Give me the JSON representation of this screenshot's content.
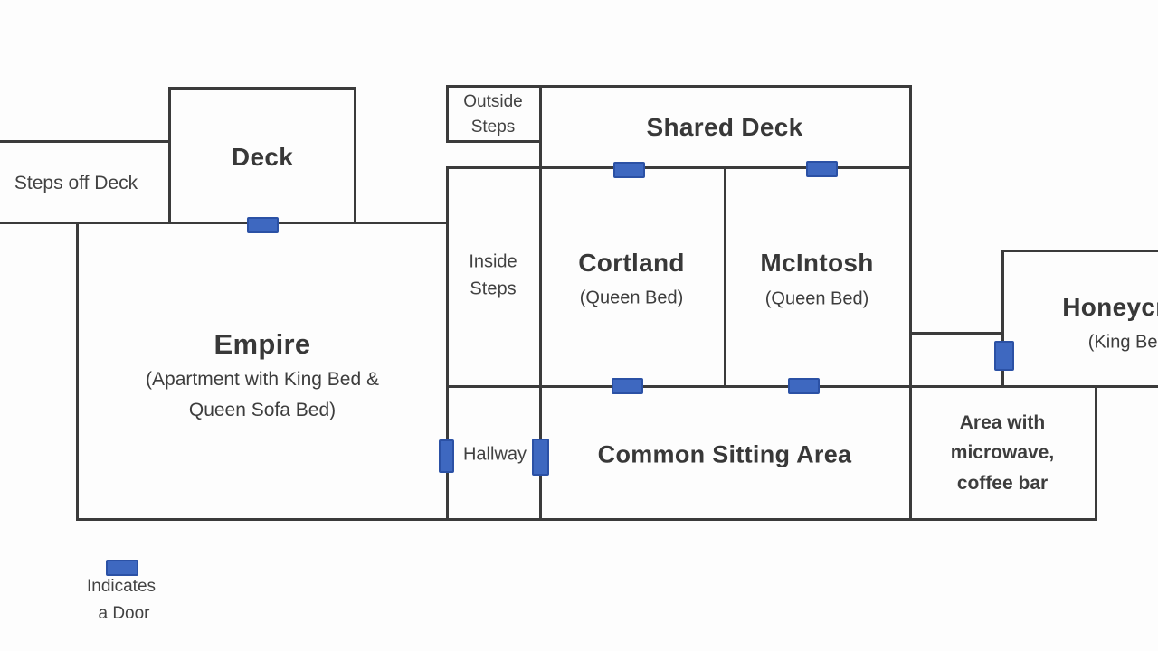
{
  "plan_type": "floor-plan",
  "colors": {
    "wall": "#3b3b3b",
    "door_fill": "#3e68c0",
    "door_border": "#2b51a5",
    "text": "#3a3a3a",
    "background": "#fdfdfd"
  },
  "rooms": {
    "steps_off_deck": {
      "label": "Steps off Deck"
    },
    "deck": {
      "label": "Deck"
    },
    "outside_steps": {
      "line1": "Outside",
      "line2": "Steps"
    },
    "shared_deck": {
      "label": "Shared Deck"
    },
    "inside_steps": {
      "line1": "Inside",
      "line2": "Steps"
    },
    "cortland": {
      "name": "Cortland",
      "bed": "(Queen Bed)"
    },
    "mcintosh": {
      "name": "McIntosh",
      "bed": "(Queen Bed)"
    },
    "empire": {
      "name": "Empire",
      "desc1": "(Apartment with King Bed &",
      "desc2": "Queen Sofa Bed)"
    },
    "hallway": {
      "label": "Hallway"
    },
    "common_sitting_area": {
      "label": "Common Sitting Area"
    },
    "kitchenette": {
      "line1": "Area with",
      "line2": "microwave,",
      "line3": "coffee bar"
    },
    "honeycrisp": {
      "name": "Honeycrisp",
      "bed": "(King Bed)"
    }
  },
  "doors": [
    "deck-to-empire",
    "shared-deck-to-cortland",
    "shared-deck-to-mcintosh",
    "cortland-to-common-area",
    "mcintosh-to-common-area",
    "empire-to-hallway",
    "hallway-to-common-area",
    "honeycrisp-entry"
  ],
  "legend": {
    "line1": "Indicates",
    "line2": "a Door",
    "symbol": "door-rectangle"
  }
}
